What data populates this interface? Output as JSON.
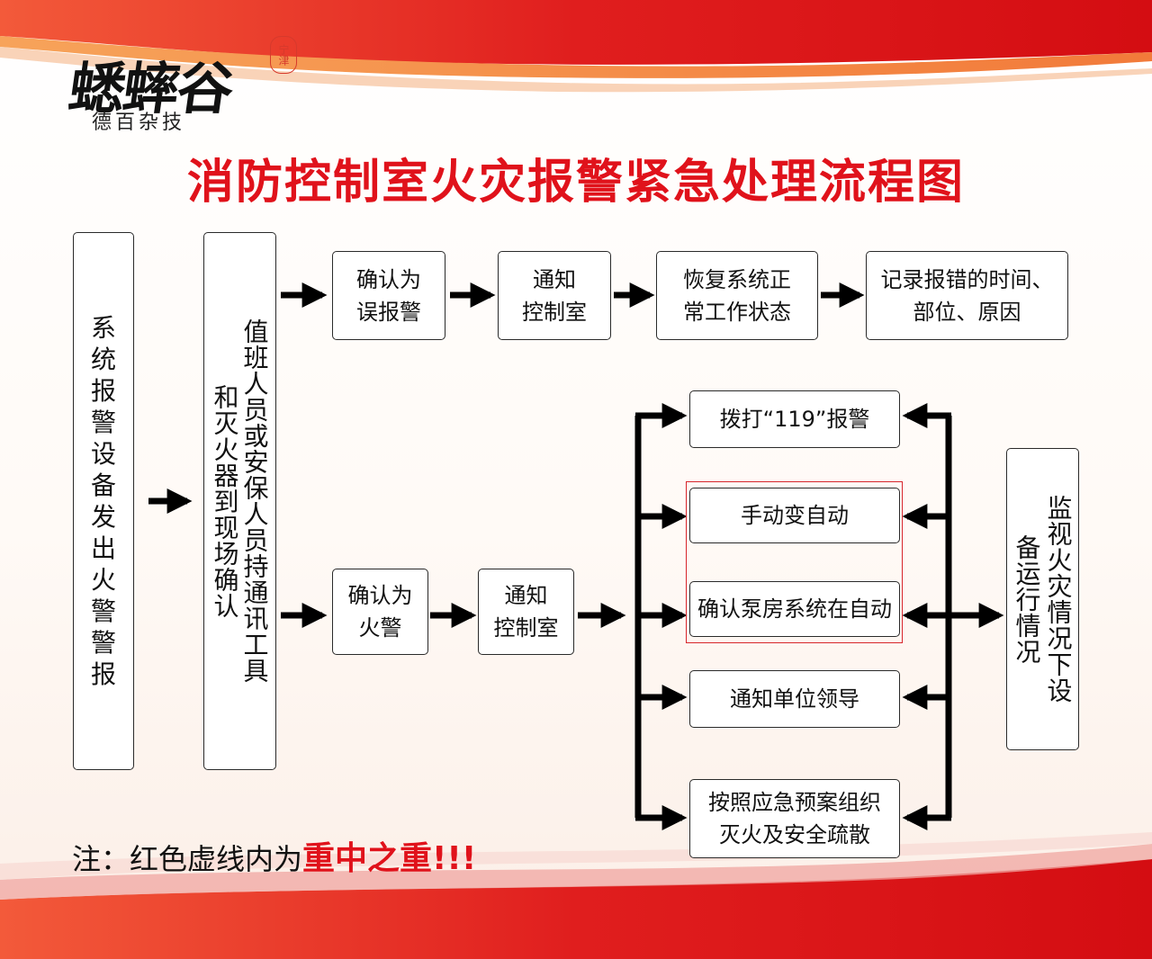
{
  "logo": {
    "name": "蟋蟀谷",
    "sub": "德百杂技",
    "seal": "宁津"
  },
  "title": "消防控制室火灾报警紧急处理流程图",
  "flow": {
    "start": "系统报警设备发出火警警报",
    "verify": "值班人员或安保人员持通讯工具和灭火器到现场确认",
    "false_alarm": {
      "confirm": "确认为\n误报警",
      "notify": "通知\n控制室",
      "restore": "恢复系统正\n常工作状态",
      "record": "记录报错的时间、\n部位、原因"
    },
    "fire": {
      "confirm": "确认为\n火警",
      "notify": "通知\n控制室",
      "actions": [
        "拨打“119”报警",
        "手动变自动",
        "确认泵房系统在自动",
        "通知单位领导",
        "按照应急预案组织\n灭火及安全疏散"
      ],
      "monitor": "监视火灾情况下设备运行情况"
    }
  },
  "note": {
    "prefix": "注：红色虚线内为",
    "emphasis": "重中之重!!!"
  },
  "colors": {
    "title": "#e0121b",
    "banner": "#e31b1b",
    "dash": "#d7262c",
    "arrow": "#000000"
  }
}
